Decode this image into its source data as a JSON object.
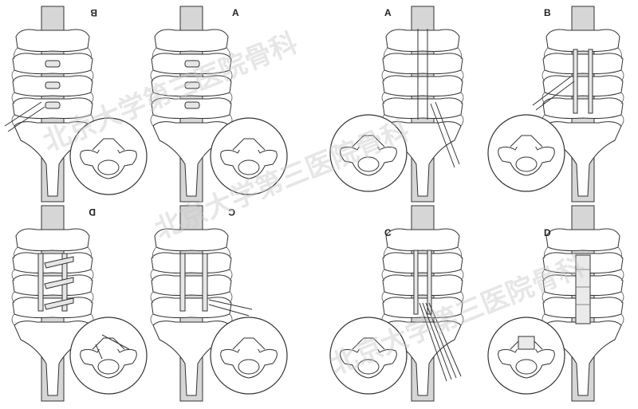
{
  "panels": [
    {
      "id": "top-left-b",
      "label": "B"
    },
    {
      "id": "top-left-a",
      "label": "A"
    },
    {
      "id": "top-right-a",
      "label": "A"
    },
    {
      "id": "top-right-b",
      "label": "B"
    },
    {
      "id": "bottom-left-d",
      "label": "D"
    },
    {
      "id": "bottom-left-c",
      "label": "C"
    },
    {
      "id": "bottom-right-c",
      "label": "C"
    },
    {
      "id": "bottom-right-d",
      "label": "D"
    }
  ],
  "watermarks": [
    "北京大学第三医院骨科",
    "北京大学第三医院骨科",
    "北京大学第三医院骨科"
  ]
}
